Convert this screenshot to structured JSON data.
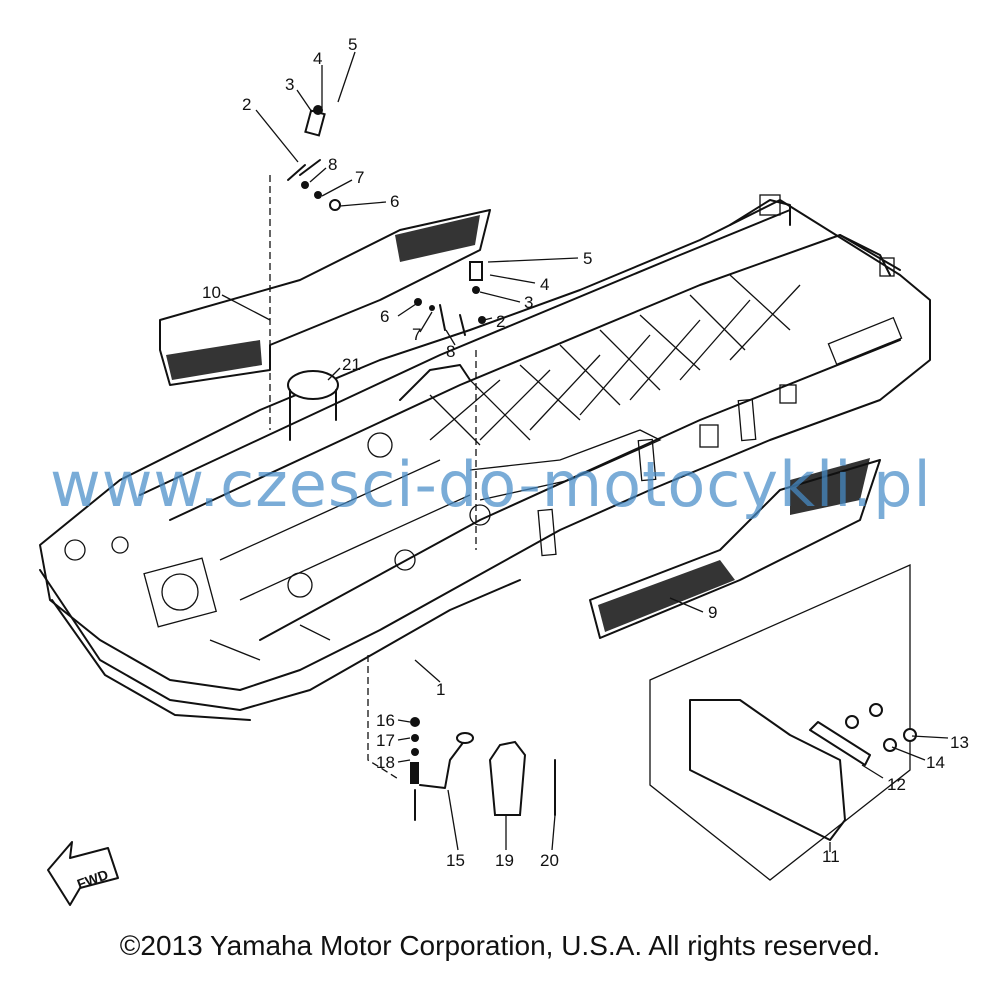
{
  "diagram": {
    "part_labels": [
      "1",
      "2",
      "3",
      "4",
      "5",
      "6",
      "7",
      "8",
      "2",
      "3",
      "4",
      "5",
      "6",
      "7",
      "8",
      "9",
      "10",
      "11",
      "12",
      "13",
      "14",
      "15",
      "16",
      "17",
      "18",
      "19",
      "20",
      "21"
    ],
    "direction_marker": "FWD"
  },
  "watermark": "www.czesci-do-motocykli.pl",
  "copyright": "©2013 Yamaha Motor Corporation, U.S.A. All rights reserved."
}
